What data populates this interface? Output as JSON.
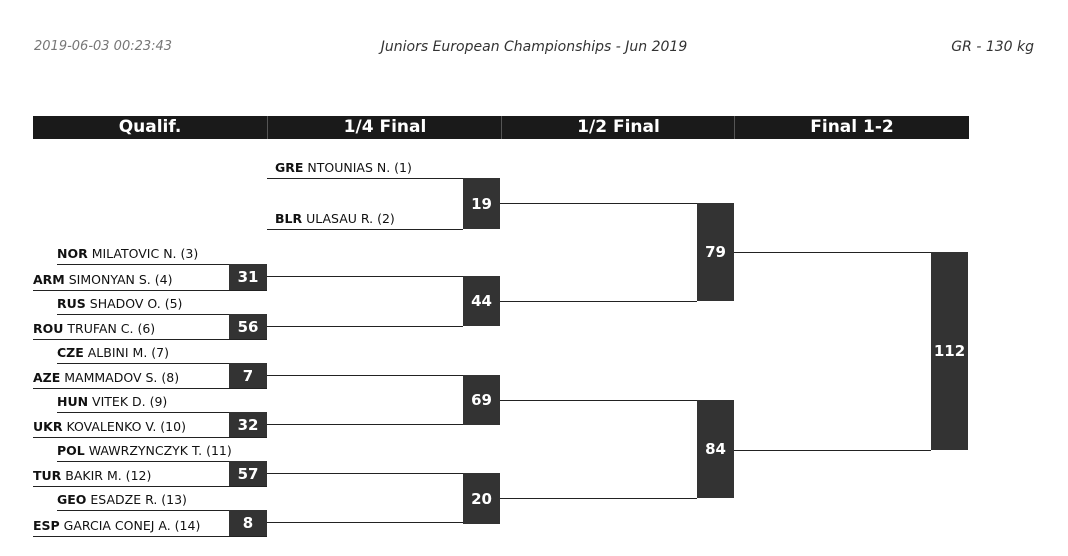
{
  "header": {
    "timestamp": "2019-06-03 00:23:43",
    "event": "Juniors European Championships - Jun 2019",
    "category": "GR - 130 kg"
  },
  "rounds": [
    "Qualif.",
    "1/4 Final",
    "1/2 Final",
    "Final 1-2"
  ],
  "athletes": [
    {
      "nation": "GRE",
      "name": "NTOUNIAS N. (1)"
    },
    {
      "nation": "BLR",
      "name": "ULASAU R. (2)"
    },
    {
      "nation": "NOR",
      "name": "MILATOVIC N. (3)"
    },
    {
      "nation": "ARM",
      "name": "SIMONYAN S. (4)"
    },
    {
      "nation": "RUS",
      "name": "SHADOV O. (5)"
    },
    {
      "nation": "ROU",
      "name": "TRUFAN C. (6)"
    },
    {
      "nation": "CZE",
      "name": "ALBINI M. (7)"
    },
    {
      "nation": "AZE",
      "name": "MAMMADOV S. (8)"
    },
    {
      "nation": "HUN",
      "name": "VITEK D. (9)"
    },
    {
      "nation": "UKR",
      "name": "KOVALENKO V. (10)"
    },
    {
      "nation": "POL",
      "name": "WAWRZYNCZYK T. (11)"
    },
    {
      "nation": "TUR",
      "name": "BAKIR M. (12)"
    },
    {
      "nation": "GEO",
      "name": "ESADZE R. (13)"
    },
    {
      "nation": "ESP",
      "name": "GARCIA CONEJ A. (14)"
    }
  ],
  "matches": {
    "qualif": [
      "31",
      "56",
      "7",
      "32",
      "57",
      "8"
    ],
    "quarter": [
      "19",
      "44",
      "69",
      "20"
    ],
    "semi": [
      "79",
      "84"
    ],
    "final": [
      "112"
    ]
  }
}
